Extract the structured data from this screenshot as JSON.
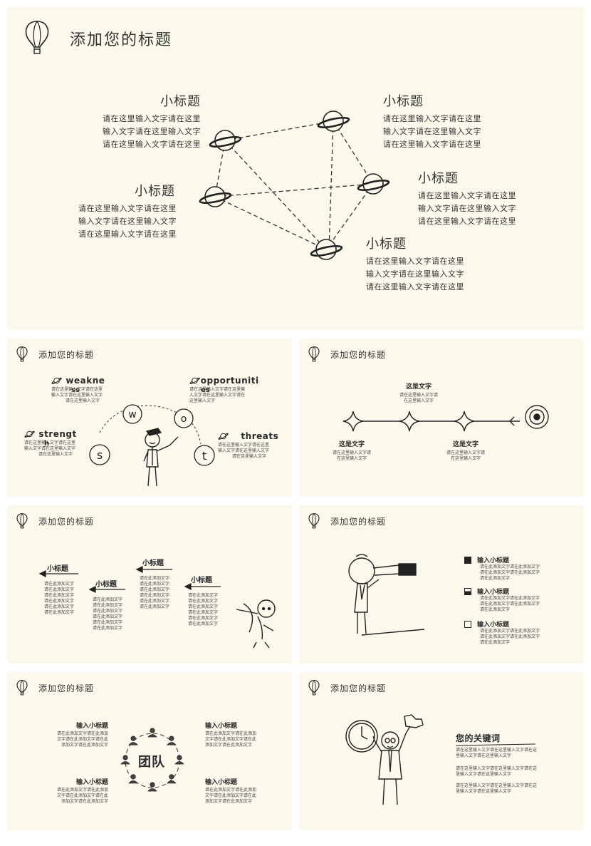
{
  "slide1": {
    "title": "添加您的标题",
    "blocks": [
      {
        "heading": "小标题",
        "lines": [
          "请在这里输入文字请在这里",
          "输入文字请在这里输入文字",
          "请在这里输入文字请在这里"
        ]
      },
      {
        "heading": "小标题",
        "lines": [
          "请在这里输入文字请在这里",
          "输入文字请在这里输入文字",
          "请在这里输入文字请在这里"
        ]
      },
      {
        "heading": "小标题",
        "lines": [
          "请在这里输入文字请在这里",
          "输入文字请在这里输入文字",
          "请在这里输入文字请在这里"
        ]
      },
      {
        "heading": "小标题",
        "lines": [
          "请在这里输入文字请在这里",
          "输入文字请在这里输入文字",
          "请在这里输入文字请在这里"
        ]
      },
      {
        "heading": "小标题",
        "lines": [
          "请在这里输入文字请在这里",
          "输入文字请在这里输入文字",
          "请在这里输入文字请在这里"
        ]
      }
    ]
  },
  "slide2": {
    "title": "添加您的标题",
    "items": [
      {
        "label": "weakne",
        "overlap": "ss",
        "lines": [
          "请在这里输入文字请在这里",
          "输入文字请在这里输入文字",
          "请在这里输入文字"
        ]
      },
      {
        "label": "opportuniti",
        "overlap": "es",
        "lines": [
          "请在这里输入文字请在这里输",
          "入文字请在这里输入文字请在",
          "这里输入文字"
        ]
      },
      {
        "label": "strengt",
        "overlap": "h",
        "lines": [
          "请在这里输入文字请在这里",
          "输入文字请在这里输入文字",
          "请在这里输入文字"
        ]
      },
      {
        "label": "threats",
        "lines": [
          "请在这里输入文字请在这里",
          "输入文字请在这里输入文字",
          "请在这里输入文字"
        ]
      }
    ],
    "letters": [
      "w",
      "o",
      "s",
      "t"
    ]
  },
  "slide3": {
    "title": "添加您的标题",
    "top": {
      "heading": "这是文字",
      "lines": [
        "请在这里输入文字请",
        "在这里输入文字"
      ]
    },
    "left": {
      "heading": "这是文字",
      "lines": [
        "请在这里输入文字请",
        "在这里输入文字"
      ]
    },
    "right": {
      "heading": "这是文字",
      "lines": [
        "请在这里输入文字请",
        "在这里输入文字"
      ]
    }
  },
  "slide4": {
    "title": "添加您的标题",
    "cols": [
      {
        "heading": "小标题",
        "lines": [
          "请在此添加文字",
          "请在此添加文字",
          "请在此添加文字",
          "请在此添加文字",
          "请在此添加文字",
          "请在此添加文字"
        ]
      },
      {
        "heading": "小标题",
        "lines": [
          "请在此添加文字",
          "请在此添加文字",
          "请在此添加文字",
          "请在此添加文字",
          "请在此添加文字",
          "请在此添加文字"
        ]
      },
      {
        "heading": "小标题",
        "lines": [
          "请在此添加文字",
          "请在此添加文字",
          "请在此添加文字",
          "请在此添加文字",
          "请在此添加文字",
          "请在此添加文字"
        ]
      },
      {
        "heading": "小标题",
        "lines": [
          "请在此添加文字",
          "请在此添加文字",
          "请在此添加文字",
          "请在此添加文字",
          "请在此添加文字",
          "请在此添加文字"
        ]
      }
    ]
  },
  "slide5": {
    "title": "添加您的标题",
    "items": [
      {
        "heading": "输入小标题",
        "lines": [
          "请在此添加文字请在此添加文字",
          "请在此添加文字请在此添加文字",
          "请在此添加文字"
        ]
      },
      {
        "heading": "输入小标题",
        "lines": [
          "请在此添加文字请在此添加文字",
          "请在此添加文字请在此添加文字",
          "请在此添加文字"
        ]
      },
      {
        "heading": "输入小标题",
        "lines": [
          "请在此添加文字请在此添加文字",
          "请在此添加文字请在此添加文字",
          "请在此添加文字"
        ]
      }
    ]
  },
  "slide6": {
    "title": "添加您的标题",
    "center": "团队",
    "blocks": [
      {
        "heading": "输入小标题",
        "lines": [
          "请在此添加文字请在此添加",
          "文字请在此添加文字请在此",
          "添加文字请在此添加文字"
        ]
      },
      {
        "heading": "输入小标题",
        "lines": [
          "请在此添加文字请在此添加",
          "文字请在此添加文字请在此",
          "添加文字请在此添加文字"
        ]
      },
      {
        "heading": "输入小标题",
        "lines": [
          "请在此添加文字请在此添加",
          "文字请在此添加文字请在此",
          "添加文字请在此添加文字"
        ]
      },
      {
        "heading": "输入小标题",
        "lines": [
          "请在此添加文字请在此添加",
          "文字请在此添加文字请在此",
          "添加文字请在此添加文字"
        ]
      }
    ]
  },
  "slide7": {
    "title": "添加您的标题",
    "heading": "您的关键词",
    "paras": [
      [
        "请在这里输入文字请在这里输入文字请在这",
        "里输入文字请在这里输入文字"
      ],
      [
        "请在这里输入文字请在这里输入文字请在这",
        "里输入文字请在这里输入文字"
      ],
      [
        "请在这里输入文字请在这里输入文字请在这",
        "里输入文字请在这里输入文字"
      ]
    ]
  }
}
